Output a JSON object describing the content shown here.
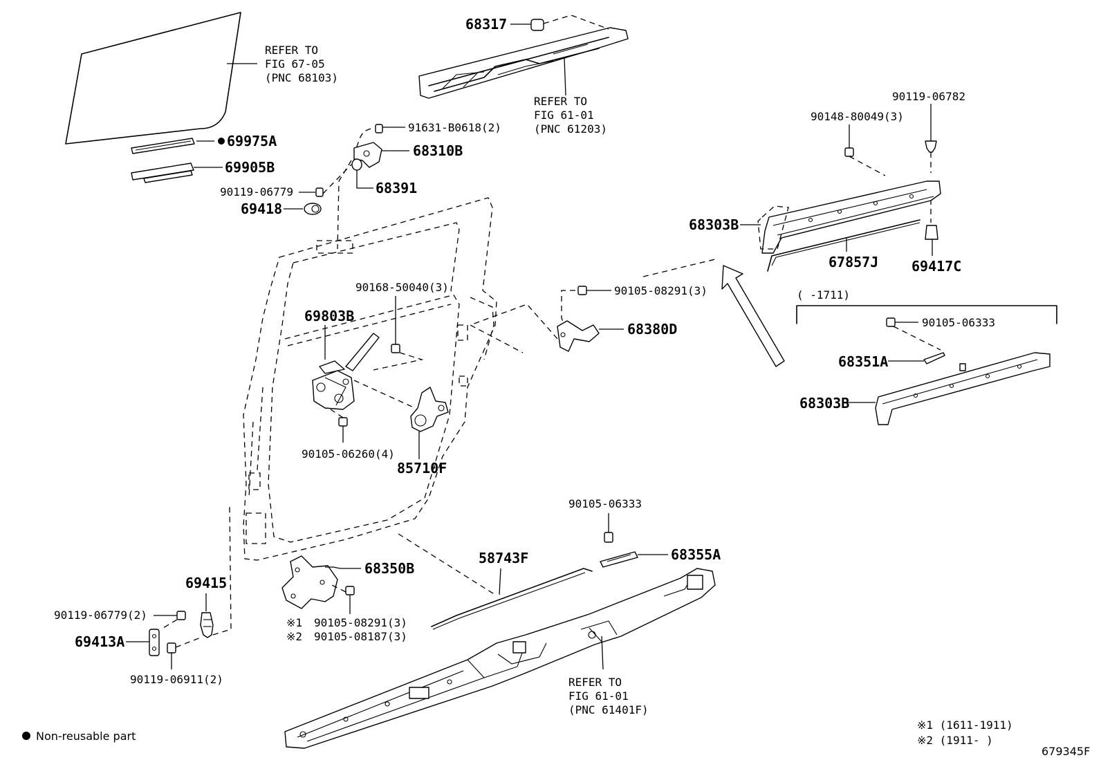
{
  "parts": {
    "p68317": "68317",
    "p69975A": "69975A",
    "p69905B": "69905B",
    "p90119_06779": "90119-06779",
    "p69418": "69418",
    "p91631": "91631-B0618(2)",
    "p68310B": "68310B",
    "p68391": "68391",
    "p90119_06782": "90119-06782",
    "p90148": "90148-80049(3)",
    "p68303B_top": "68303B",
    "p67857J": "67857J",
    "p69417C": "69417C",
    "p90105_08291": "90105-08291(3)",
    "p68380D": "68380D",
    "p90168": "90168-50040(3)",
    "p69803B": "69803B",
    "p90105_06260": "90105-06260(4)",
    "p85710F": "85710F",
    "p90105_06333_r": "90105-06333",
    "p68351A": "68351A",
    "p68303B_bot": "68303B",
    "p90105_06333_b": "90105-06333",
    "p68355A": "68355A",
    "p58743F": "58743F",
    "p68350B": "68350B",
    "p69415": "69415",
    "p90119_06779_2": "90119-06779(2)",
    "p69413A": "69413A",
    "p90119_06911": "90119-06911(2)",
    "p90105_08291_3": "90105-08291(3)",
    "p90105_08187": "90105-08187(3)"
  },
  "refs": {
    "glass": [
      "REFER TO",
      "FIG 67-05",
      "(PNC 68103)"
    ],
    "upper_rail": [
      "REFER TO",
      "FIG 61-01",
      "(PNC 61203)"
    ],
    "lower_rail": [
      "REFER TO",
      "FIG 61-01",
      "(PNC 61401F)"
    ]
  },
  "bracket_label": "(     -1711)",
  "marks": {
    "m1": "※1",
    "m2": "※2"
  },
  "notes": {
    "legend": "Non-reusable part",
    "note1": "※1 (1611-1911)",
    "note2": "※2 (1911-      )",
    "figure_id": "679345F"
  }
}
